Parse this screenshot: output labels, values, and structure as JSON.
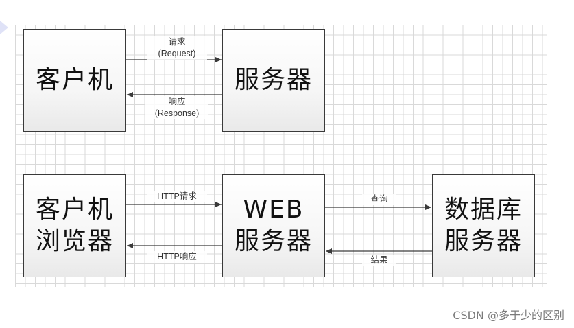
{
  "top_row": {
    "client": {
      "lines": [
        "客户机"
      ]
    },
    "server": {
      "lines": [
        "服务器"
      ]
    },
    "request_label": {
      "lines": [
        "请求",
        "(Request)"
      ]
    },
    "response_label": {
      "lines": [
        "响应",
        "(Response)"
      ]
    }
  },
  "bottom_row": {
    "browser": {
      "lines": [
        "客户机",
        "浏览器"
      ]
    },
    "web_server": {
      "lines": [
        "WEB",
        "服务器"
      ]
    },
    "db_server": {
      "lines": [
        "数据库",
        "服务器"
      ]
    },
    "http_request_label": "HTTP请求",
    "http_response_label": "HTTP响应",
    "query_label": "查询",
    "result_label": "结果"
  },
  "watermark": "CSDN @多于少的区别",
  "colors": {
    "line": "#3a3a3a",
    "grid": "#d9d9d9"
  }
}
